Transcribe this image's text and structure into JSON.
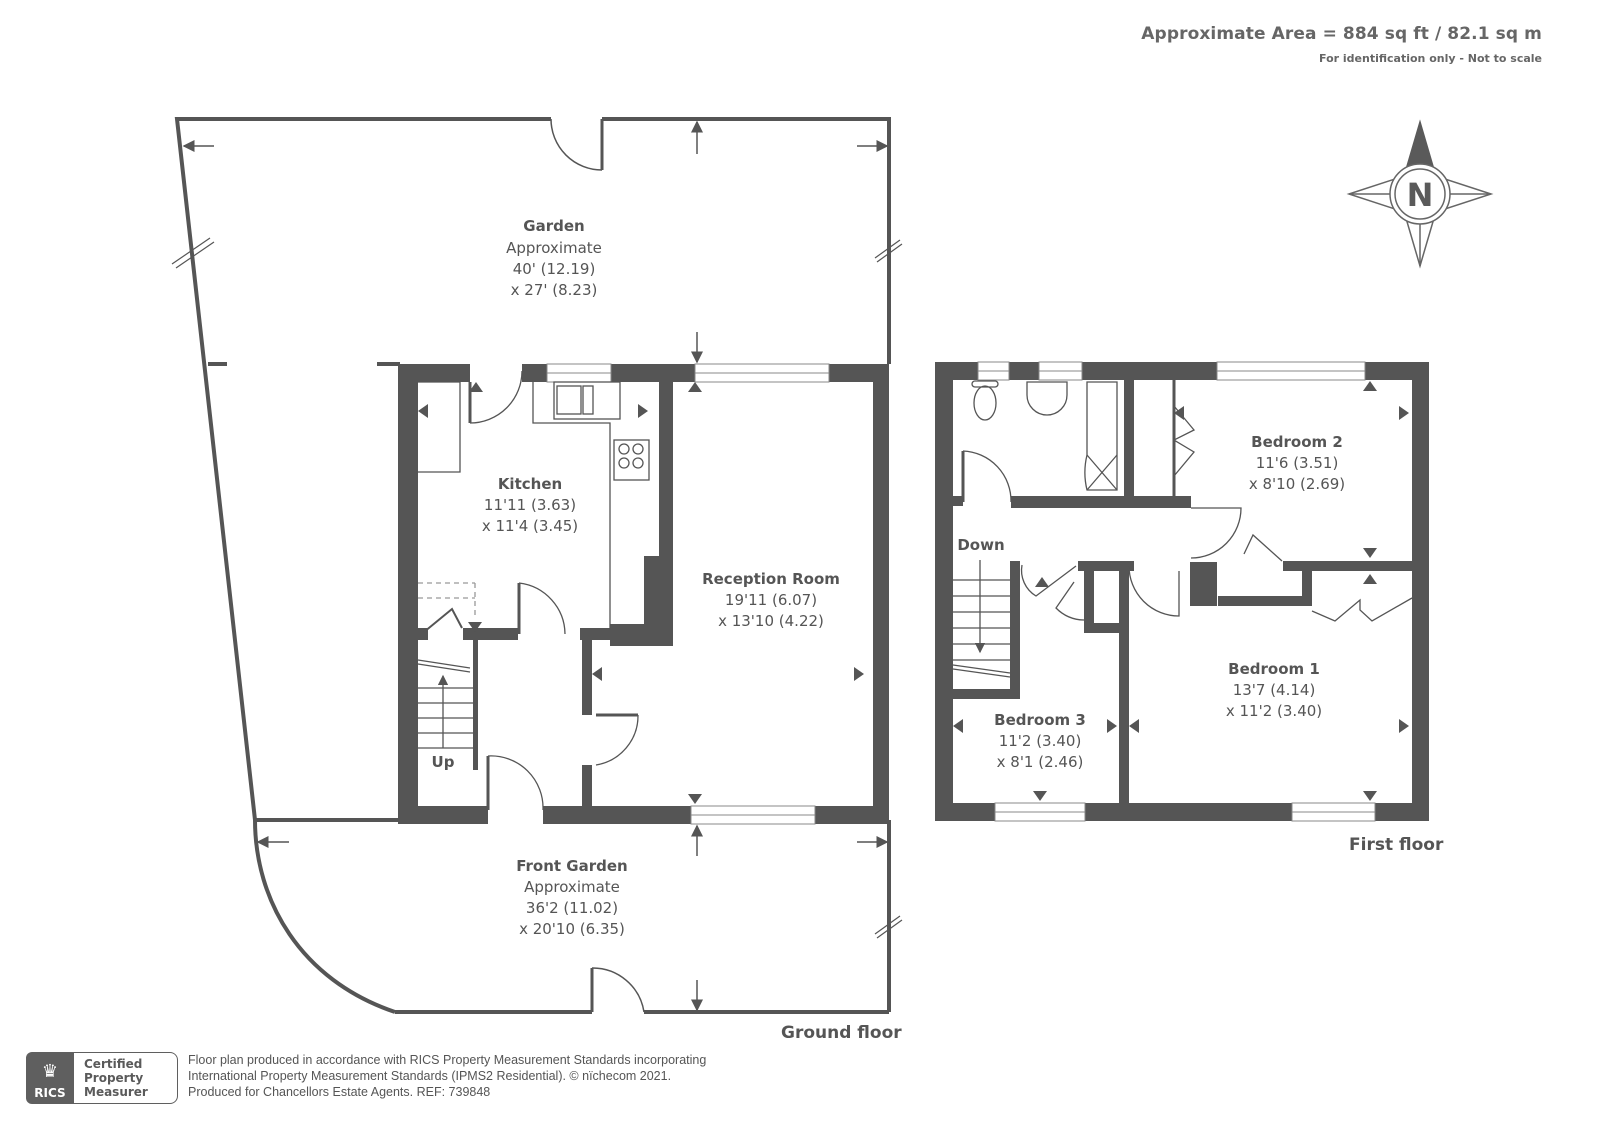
{
  "header": {
    "area_title": "Approximate Area = 884 sq ft / 82.1 sq m",
    "subtitle": "For identification only - Not to scale"
  },
  "compass": {
    "label": "N",
    "icon": "compass-north-icon"
  },
  "ground_floor": {
    "label": "Ground floor",
    "rooms": {
      "garden": {
        "name": "Garden",
        "note": "Approximate",
        "dim1": "40' (12.19)",
        "dim2": "x 27' (8.23)"
      },
      "kitchen": {
        "name": "Kitchen",
        "dim1": "11'11 (3.63)",
        "dim2": "x 11'4 (3.45)"
      },
      "reception": {
        "name": "Reception Room",
        "dim1": "19'11 (6.07)",
        "dim2": "x 13'10 (4.22)"
      },
      "front_garden": {
        "name": "Front Garden",
        "note": "Approximate",
        "dim1": "36'2 (11.02)",
        "dim2": "x 20'10 (6.35)"
      }
    },
    "stairs_label": "Up"
  },
  "first_floor": {
    "label": "First floor",
    "rooms": {
      "bedroom1": {
        "name": "Bedroom 1",
        "dim1": "13'7 (4.14)",
        "dim2": "x 11'2 (3.40)"
      },
      "bedroom2": {
        "name": "Bedroom 2",
        "dim1": "11'6 (3.51)",
        "dim2": "x 8'10 (2.69)"
      },
      "bedroom3": {
        "name": "Bedroom 3",
        "dim1": "11'2 (3.40)",
        "dim2": "x 8'1 (2.46)"
      }
    },
    "stairs_label": "Down"
  },
  "colors": {
    "wall": "#555555",
    "text": "#575757",
    "background": "#ffffff"
  },
  "footer": {
    "logo_text": "RICS",
    "cert_lines": [
      "Certified",
      "Property",
      "Measurer"
    ],
    "lines": [
      "Floor plan produced in accordance with RICS Property Measurement Standards incorporating",
      "International Property Measurement Standards (IPMS2 Residential).   © nïchecom 2021.",
      "Produced for Chancellors Estate Agents.   REF: 739848"
    ]
  }
}
